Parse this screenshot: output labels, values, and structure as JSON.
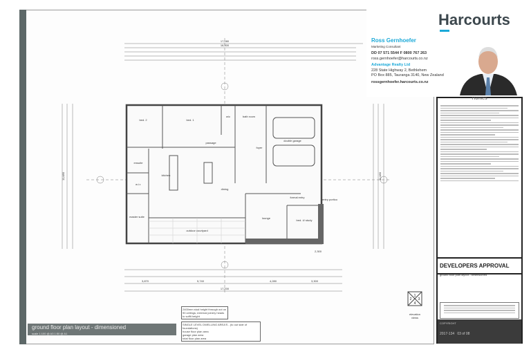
{
  "drawing": {
    "title": "ground floor plan layout - dimensioned",
    "scale": "scale 1:100 @ A3   1:50 @ A1",
    "dims": {
      "top_overall": "17,080",
      "top_inner": "16,300",
      "bottom_overall": "17,200",
      "bottom_segments": [
        "3,870",
        "5,740",
        "4,280",
        "3,300"
      ],
      "side_left": "11,480",
      "side_right": "11,480",
      "entry": "2,300"
    },
    "rooms": [
      "bed. 2",
      "bed. 1",
      "w/c",
      "bath room",
      "double garage",
      "passage",
      "ensuite",
      "w.i.r.",
      "kitchen",
      "dining",
      "foyer",
      "master suite",
      "outdoor courtyard",
      "lounge",
      "formal entry",
      "entry portico",
      "bed. 4/ study"
    ],
    "notes": {
      "ceiling": "2400mm stud height through out on 90 ceilings; external joinery heads to soffit height",
      "areas_title": "SINGLE LEVEL DWELLING AREA'S - (to out side of foundations)",
      "areas": [
        "house floor plan area",
        "garage plan area",
        "total floor plan area"
      ]
    },
    "elevation_label": "elevation views",
    "elevation_marks": [
      "1",
      "2",
      "3",
      "4"
    ]
  },
  "card": {
    "brand": "Harcourts",
    "name": "Ross Gernhoefer",
    "role": "Marketing Consultant",
    "phones": "DD 07 571 5544  F 0800 767 263",
    "email": "ross.gernhoefer@harcourts.co.nz",
    "company": "Advantage Realty Ltd",
    "address1": "228 State Highway 2, Bethlehem",
    "address2": "PO Box 885, Tauranga 3140, New Zealand",
    "web": "rossgernhoefer.harcourts.co.nz"
  },
  "panel": {
    "header": "Homes",
    "status": "DEVELOPERS APPROVAL",
    "contents": "ground floor plan layout - dimensioned",
    "copyright": "COPYRIGHT",
    "job": "2017-134",
    "sheet": "03 of 08"
  },
  "colors": {
    "brand": "#1ba9d8",
    "title_bar": "#6e7676"
  }
}
